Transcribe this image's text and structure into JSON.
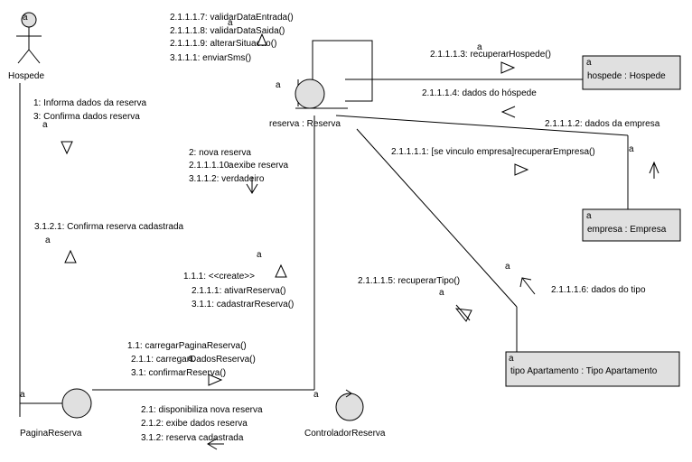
{
  "actors": {
    "hospede": {
      "name": "Hospede"
    }
  },
  "objects": {
    "reserva": "reserva : Reserva",
    "hospede": "hospede : Hospede",
    "empresa": "empresa : Empresa",
    "tipo": "tipo Apartamento : Tipo Apartamento",
    "pagina": "PaginaReserva",
    "controlador": "ControladorReserva"
  },
  "marker": "a",
  "messages": {
    "self_reserva": [
      "2.1.1.1.7: validarDataEntrada()",
      "2.1.1.1.8: validarDataSaida()",
      "2.1.1.1.9: alterarSituacao()",
      "3.1.1.1: enviarSms()"
    ],
    "to_hospede": [
      "2.1.1.1.3: recuperarHospede()"
    ],
    "from_hospede": [
      "2.1.1.1.4: dados do hóspede"
    ],
    "from_empresa": [
      "2.1.1.1.2: dados da empresa"
    ],
    "to_empresa": [
      "2.1.1.1.1: [se vinculo empresa]recuperarEmpresa()"
    ],
    "actor_to_pagina": [
      "1: Informa dados da reserva",
      "3: Confirma dados reserva"
    ],
    "pagina_to_actor": [
      "3.1.2.1: Confirma reserva cadastrada"
    ],
    "reserva_to_controlador": [
      "2: nova reserva",
      "2.1.1.1.10: exibe reserva",
      "3.1.1.2: verdadeiro"
    ],
    "controlador_to_reserva": [
      "1.1.1: <<create>>",
      "2.1.1.1: ativarReserva()",
      "3.1.1: cadastrarReserva()"
    ],
    "to_tipo": [
      "2.1.1.1.5: recuperarTipo()"
    ],
    "from_tipo": [
      "2.1.1.1.6: dados do tipo"
    ],
    "pagina_to_controlador": [
      "1.1: carregarPaginaReserva()",
      "2.1.1: carregarDadosReserva()",
      "3.1: confirmarReserva()"
    ],
    "controlador_to_pagina": [
      "2.1: disponibiliza nova reserva",
      "2.1.2: exibe dados reserva",
      "3.1.2: reserva cadastrada"
    ]
  }
}
